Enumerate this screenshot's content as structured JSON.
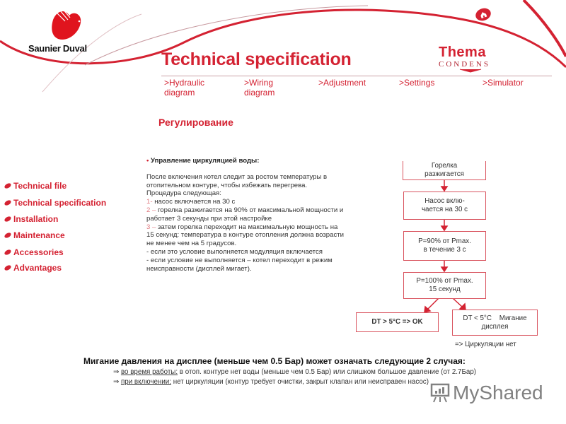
{
  "brand": {
    "logo_text": "Saunier Duval",
    "product_line_1": "Thema",
    "product_line_2": "CONDENS",
    "accent_color": "#d42232"
  },
  "header": {
    "title": "Technical specification"
  },
  "nav": {
    "items": [
      {
        "line1": ">Hydraulic",
        "line2": "diagram"
      },
      {
        "line1": ">Wiring",
        "line2": "diagram"
      },
      {
        "line1": ">Adjustment",
        "line2": ""
      },
      {
        "line1": ">Settings",
        "line2": ""
      },
      {
        "line1": ">Simulator",
        "line2": ""
      }
    ]
  },
  "sidebar": {
    "items": [
      {
        "label": "Technical file"
      },
      {
        "label": "Technical specification"
      },
      {
        "label": "Installation"
      },
      {
        "label": "Maintenance"
      },
      {
        "label": "Accessories"
      },
      {
        "label": "Advantages"
      }
    ]
  },
  "section": {
    "title": "Регулирование"
  },
  "body": {
    "heading": "Управление циркуляцией воды:",
    "intro": "После включения котел следит за ростом температуры в отопительном контуре, чтобы избежать перегрева.",
    "procedure_label": "Процедура следующая:",
    "step1_num": "1-",
    "step1": " насос включается на 30 с",
    "step2_num": "2 –",
    "step2": " горелка разжигается на 90% от максимальной мощности и работает 3 секунды при этой настройке",
    "step3_num": "3 –",
    "step3": " затем горелка переходит на максимальную мощность на 15 секунд: температура в контуре отопления должна возрасти не менее чем на 5 градусов.",
    "cond_ok": "- если это условие выполняется модуляция включается",
    "cond_fail": "- если условие не выполняется – котел переходит в режим неисправности (дисплей мигает)."
  },
  "flowchart": {
    "box1": {
      "line1": "Горелка",
      "line2": "разжигается"
    },
    "box2": {
      "line1": "Насос вклю-",
      "line2": "чается на 30 с"
    },
    "box3": {
      "line1": "P=90% от Pmax.",
      "line2": "в течение 3 с"
    },
    "box4": {
      "line1": "P=100% от Pmax.",
      "line2": "15 секунд"
    },
    "ok_box": "DT > 5°C => OK",
    "fail_box": {
      "line1": "DT < 5°C    Мигание",
      "line2": "дисплея"
    },
    "fail_note": "=> Циркуляции нет"
  },
  "bottom": {
    "heading": "Мигание давления на дисплее (меньше чем 0.5 Бар) может означать следующие 2 случая:",
    "case1_label": "во время работы:",
    "case1_text": " в отоп. контуре нет воды (меньше  чем 0.5 Бар) или слишком большое давление (от 2.7Бар)",
    "case2_label": "при включении:",
    "case2_text": " нет циркуляции (контур требует очистки, закрыт клапан или неисправен насос)",
    "arrow": "⇒"
  },
  "watermark": {
    "text": "MyShared"
  }
}
